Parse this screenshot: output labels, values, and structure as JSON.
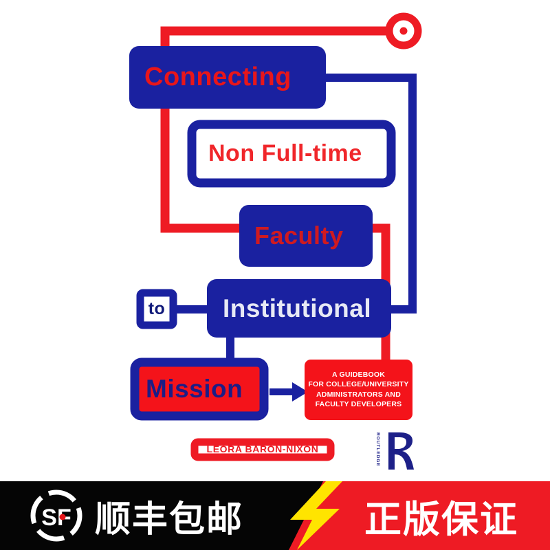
{
  "cover": {
    "title_nodes": [
      {
        "id": "connecting",
        "label": "Connecting"
      },
      {
        "id": "non-full-time",
        "label": "Non Full-time"
      },
      {
        "id": "faculty",
        "label": "Faculty"
      },
      {
        "id": "to",
        "label": "to"
      },
      {
        "id": "institutional",
        "label": "Institutional"
      },
      {
        "id": "mission",
        "label": "Mission"
      }
    ],
    "subtitle_lines": [
      "A GUIDEBOOK",
      "FOR COLLEGE/UNIVERSITY",
      "ADMINISTRATORS AND",
      "FACULTY DEVELOPERS"
    ],
    "author": "LEORA BARON-NIXON",
    "publisher": "ROUTLEDGE",
    "publisher_mark": "R",
    "colors": {
      "blue": "#1a21a0",
      "deep_blue": "#141c8c",
      "red": "#ee1b24",
      "bright_red": "#f4131a",
      "white": "#ffffff",
      "black": "#050505",
      "yellow": "#ffe400"
    }
  },
  "banner": {
    "courier_logo": "sf-express-logo",
    "shipping_text": "顺丰包邮",
    "guarantee_text": "正版保证",
    "bolt_icon": "lightning-bolt-icon"
  }
}
